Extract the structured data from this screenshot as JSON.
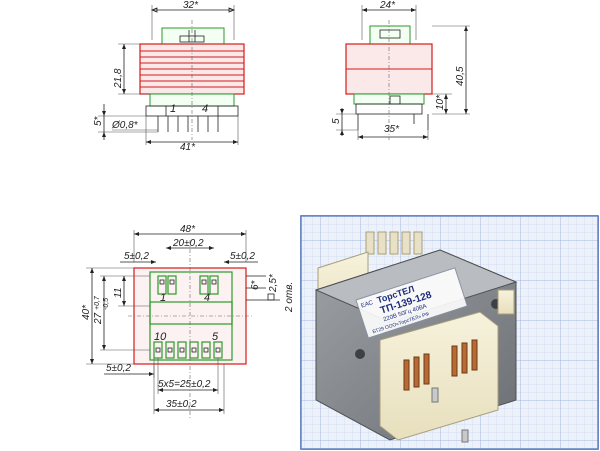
{
  "views": {
    "front": {
      "dims": {
        "top_width": "32*",
        "core_height": "21,8",
        "pin_length": "5*",
        "pin_diameter": "Ø0,8*",
        "base_width": "41*"
      },
      "pins": [
        "1",
        "4"
      ]
    },
    "side": {
      "dims": {
        "top_width": "24*",
        "total_height": "40,5",
        "base_height": "10*",
        "pin_length": "5",
        "base_width": "35*"
      }
    },
    "bottom": {
      "dims": {
        "overall_width": "48*",
        "left_offset": "5±0,2",
        "pin_spacing_top": "20±0,2",
        "right_offset": "5±0,2",
        "dim_2_5": "2,5*",
        "dim_6": "6*",
        "hole_note": "2 отв.",
        "height": "40*",
        "dim_27": "27",
        "tol_upper": "+0,7",
        "tol_lower": "-0,5",
        "dim_11": "11",
        "bottom_offset": "5±0,2",
        "pitch": "5x5=25±0,2",
        "row_span": "35±0,2"
      },
      "pins": [
        "1",
        "4",
        "10",
        "5"
      ]
    }
  },
  "photo": {
    "brand": "ТорсТЕЛ",
    "model": "ТП-139-128",
    "spec": "220В 50Гц 40ВА",
    "extra": "БТ29 ООО«ТорсТЕЛ» РФ",
    "mark": "ЕАС"
  }
}
